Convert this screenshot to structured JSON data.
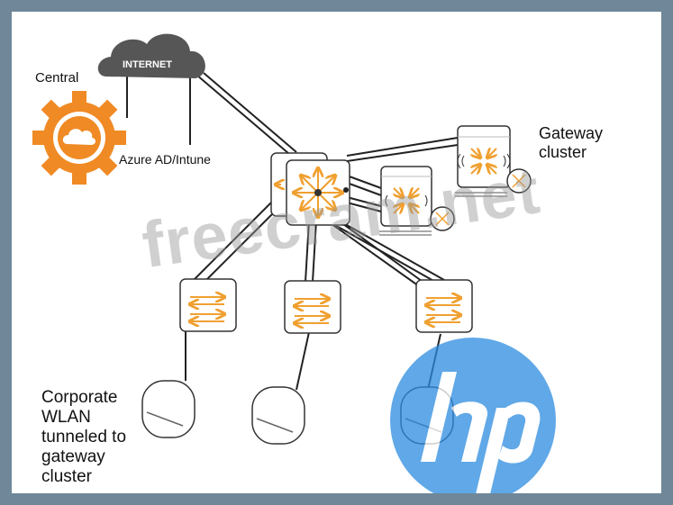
{
  "nodes": {
    "internet": "INTERNET",
    "central": "Central",
    "azure": "Azure AD/Intune",
    "gateway_cluster": "Gateway\ncluster",
    "corporate_wlan": "Corporate\nWLAN\ntunneled to\ngateway\ncluster"
  },
  "watermark": {
    "text": "freecram.net",
    "logo": "hp"
  },
  "colors": {
    "frame": "#6f8798",
    "device_arrow": "#f0a030",
    "central_gear": "#f08a24",
    "cloud": "#555555",
    "hp_logo": "#2b8be0"
  }
}
